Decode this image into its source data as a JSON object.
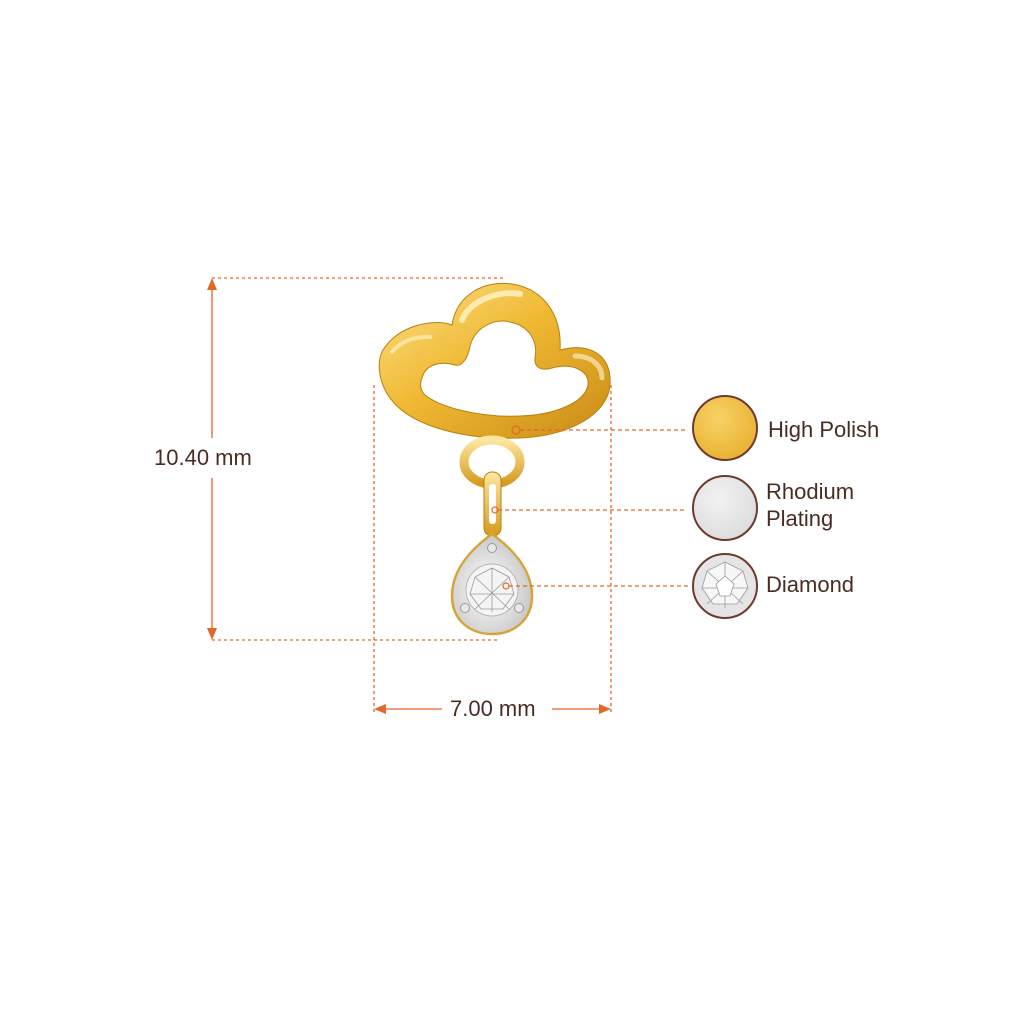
{
  "dimensions": {
    "height": "10.40 mm",
    "width": "7.00 mm"
  },
  "legend": [
    {
      "label": "High Polish",
      "swatch_color": "#f1c04a",
      "swatch_icon": "gold-swatch-icon"
    },
    {
      "label": "Rhodium Plating",
      "swatch_color": "#e6e6e6",
      "swatch_icon": "rhodium-swatch-icon"
    },
    {
      "label": "Diamond",
      "swatch_color": "#d9d9d9",
      "swatch_icon": "diamond-swatch-icon"
    }
  ],
  "colors": {
    "dimension_line": "#e2672a",
    "text": "#4a2c22",
    "swatch_border": "#6e3a2c",
    "gold": "#f1c04a",
    "gold_dark": "#c9901e"
  }
}
